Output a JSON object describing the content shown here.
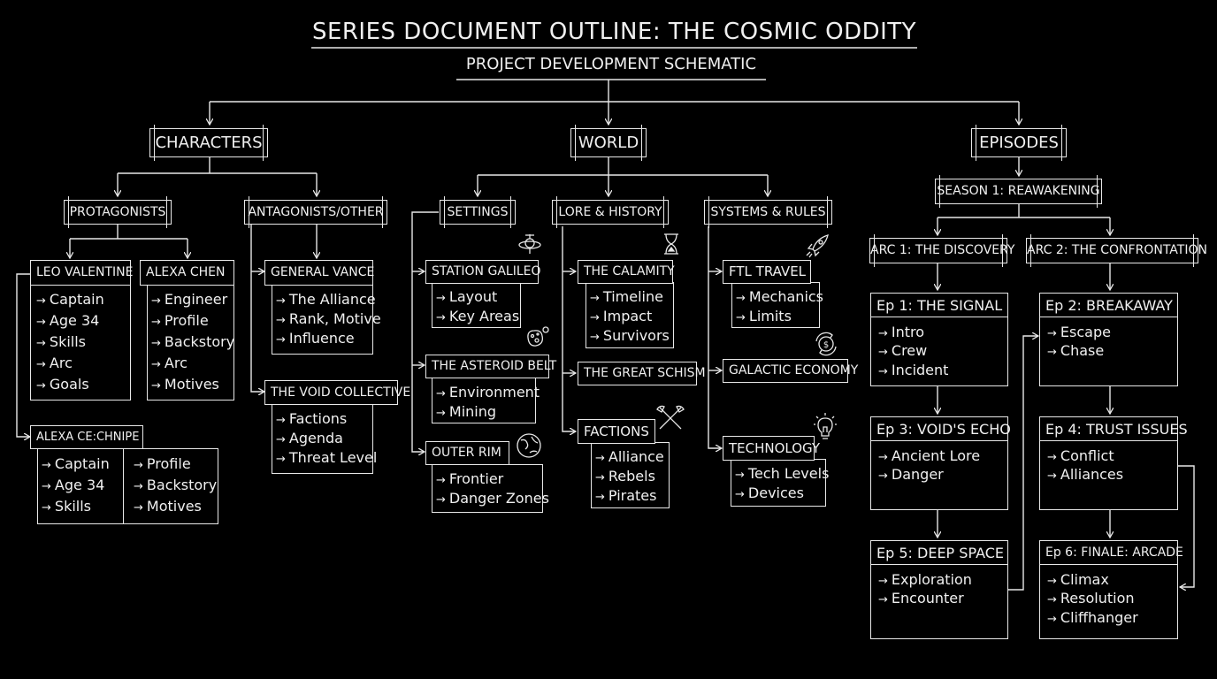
{
  "title": "SERIES DOCUMENT OUTLINE: THE COSMIC ODDITY",
  "subtitle": "PROJECT DEVELOPMENT SCHEMATIC",
  "characters": {
    "label": "CHARACTERS",
    "protagonists": {
      "label": "PROTAGONISTS",
      "leo": {
        "label": "LEO VALENTINE",
        "items": [
          "Captain",
          "Age 34",
          "Skills",
          "Arc",
          "Goals"
        ]
      },
      "alexa": {
        "label": "ALEXA CHEN",
        "items": [
          "Engineer",
          "Profile",
          "Backstory",
          "Arc",
          "Motives"
        ]
      },
      "alexa2": {
        "label": "ALEXA CE:CHNIPE",
        "items_a": [
          "Captain",
          "Age 34",
          "Skills"
        ],
        "items_b": [
          "Profile",
          "Backstory",
          "Motives"
        ]
      }
    },
    "antagonists": {
      "label": "ANTAGONISTS/OTHER",
      "vance": {
        "label": "GENERAL VANCE",
        "items": [
          "The Alliance",
          "Rank, Motive",
          "Influence"
        ]
      },
      "void": {
        "label": "THE VOID COLLECTIVE",
        "items": [
          "Factions",
          "Agenda",
          "Threat Level"
        ]
      }
    }
  },
  "world": {
    "label": "WORLD",
    "settings": {
      "label": "SETTINGS",
      "galileo": {
        "label": "STATION GALILEO",
        "items": [
          "Layout",
          "Key Areas"
        ]
      },
      "asteroid": {
        "label": "THE ASTEROID BELT",
        "items": [
          "Environment",
          "Mining"
        ]
      },
      "rim": {
        "label": "OUTER RIM",
        "items": [
          "Frontier",
          "Danger Zones"
        ]
      }
    },
    "lore": {
      "label": "LORE & HISTORY",
      "calamity": {
        "label": "THE CALAMITY",
        "items": [
          "Timeline",
          "Impact",
          "Survivors"
        ]
      },
      "schism": {
        "label": "THE GREAT SCHISM"
      },
      "factions": {
        "label": "FACTIONS",
        "items": [
          "Alliance",
          "Rebels",
          "Pirates"
        ]
      }
    },
    "systems": {
      "label": "SYSTEMS & RULES",
      "ftl": {
        "label": "FTL TRAVEL",
        "items": [
          "Mechanics",
          "Limits"
        ]
      },
      "economy": {
        "label": "GALACTIC ECONOMY"
      },
      "tech": {
        "label": "TECHNOLOGY",
        "items": [
          "Tech Levels",
          "Devices"
        ]
      }
    }
  },
  "episodes": {
    "label": "EPISODES",
    "season": "SEASON 1: REAWAKENING",
    "arc1": "ARC 1: THE DISCOVERY",
    "arc2": "ARC 2: THE CONFRONTATION",
    "ep1": {
      "label": "Ep 1: THE SIGNAL",
      "items": [
        "Intro",
        "Crew",
        "Incident"
      ]
    },
    "ep2": {
      "label": "Ep 2: BREAKAWAY",
      "items": [
        "Escape",
        "Chase"
      ]
    },
    "ep3": {
      "label": "Ep 3: VOID'S ECHO",
      "items": [
        "Ancient Lore",
        "Danger"
      ]
    },
    "ep4": {
      "label": "Ep 4: TRUST ISSUES",
      "items": [
        "Conflict",
        "Alliances"
      ]
    },
    "ep5": {
      "label": "Ep 5: DEEP SPACE",
      "items": [
        "Exploration",
        "Encounter"
      ]
    },
    "ep6": {
      "label": "Ep 6: FINALE: ARCADE",
      "items": [
        "Climax",
        "Resolution",
        "Cliffhanger"
      ]
    }
  },
  "icons": [
    "space-station-icon",
    "asteroid-icon",
    "planet-icon",
    "hourglass-icon",
    "crossed-axes-icon",
    "rocket-icon",
    "coin-cycle-icon",
    "lightbulb-icon"
  ]
}
